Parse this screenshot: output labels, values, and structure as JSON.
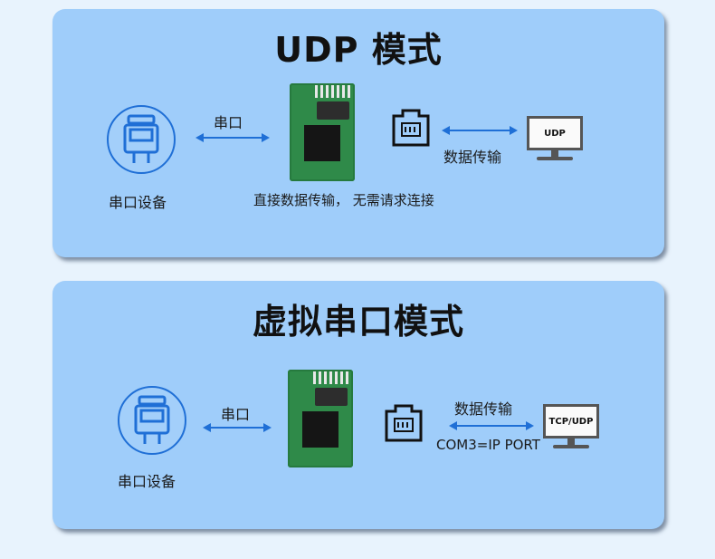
{
  "udp_panel": {
    "title": "UDP 模式",
    "serial_arrow_label": "串口",
    "device_label": "串口设备",
    "transfer_label": "数据传输",
    "caption": "直接数据传输， 无需请求连接",
    "monitor_text": "UDP"
  },
  "virtual_panel": {
    "title": "虚拟串口模式",
    "serial_arrow_label": "串口",
    "device_label": "串口设备",
    "transfer_label": "数据传输",
    "mapping_label": "COM3=IP PORT",
    "monitor_text": "TCP/UDP"
  },
  "colors": {
    "panel": "#9fcdfa",
    "accent": "#1f6fd6",
    "background": "#e8f3fd"
  }
}
